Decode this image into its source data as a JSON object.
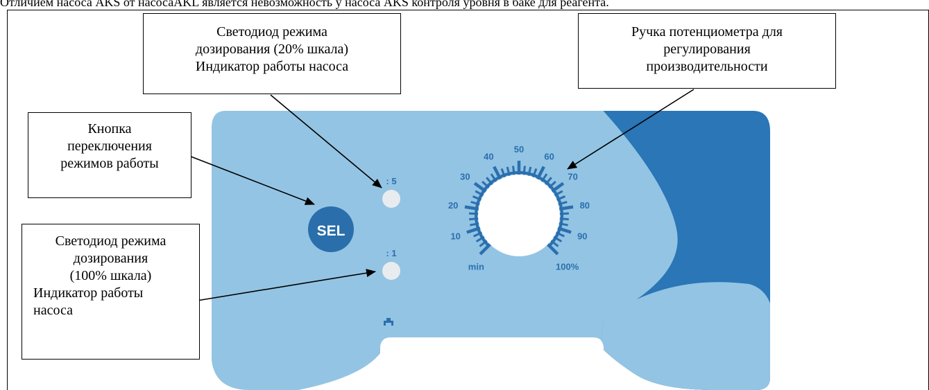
{
  "top_text": "Отличием насоса AKS от насосаAKL является невозможность у насоса AKS контроля уровня в баке для реагента.",
  "callouts": {
    "dosing_led_20": [
      "Светодиод режима",
      "дозирования (20% шкала)",
      "Индикатор работы насоса"
    ],
    "potentiometer": [
      "Ручка потенциометра для",
      "регулирования",
      "производительности"
    ],
    "mode_button": [
      "Кнопка",
      "переключения",
      "режимов работы"
    ],
    "dosing_led_100": [
      "Светодиод режима",
      "дозирования",
      "(100% шкала)",
      "Индикатор работы",
      "насоса"
    ]
  },
  "panel": {
    "button_label": "SEL",
    "led_top_label": ": 5",
    "led_bottom_label": ": 1",
    "dial_labels": [
      "min",
      "10",
      "20",
      "30",
      "40",
      "50",
      "60",
      "70",
      "80",
      "90",
      "100%"
    ],
    "colors": {
      "panel_light": "#93c4e3",
      "panel_dark": "#2a76b6",
      "sel_button": "#2a6eab",
      "dial_ink": "#2b6fae",
      "led": "#e8ecef",
      "knob": "#ffffff"
    }
  }
}
